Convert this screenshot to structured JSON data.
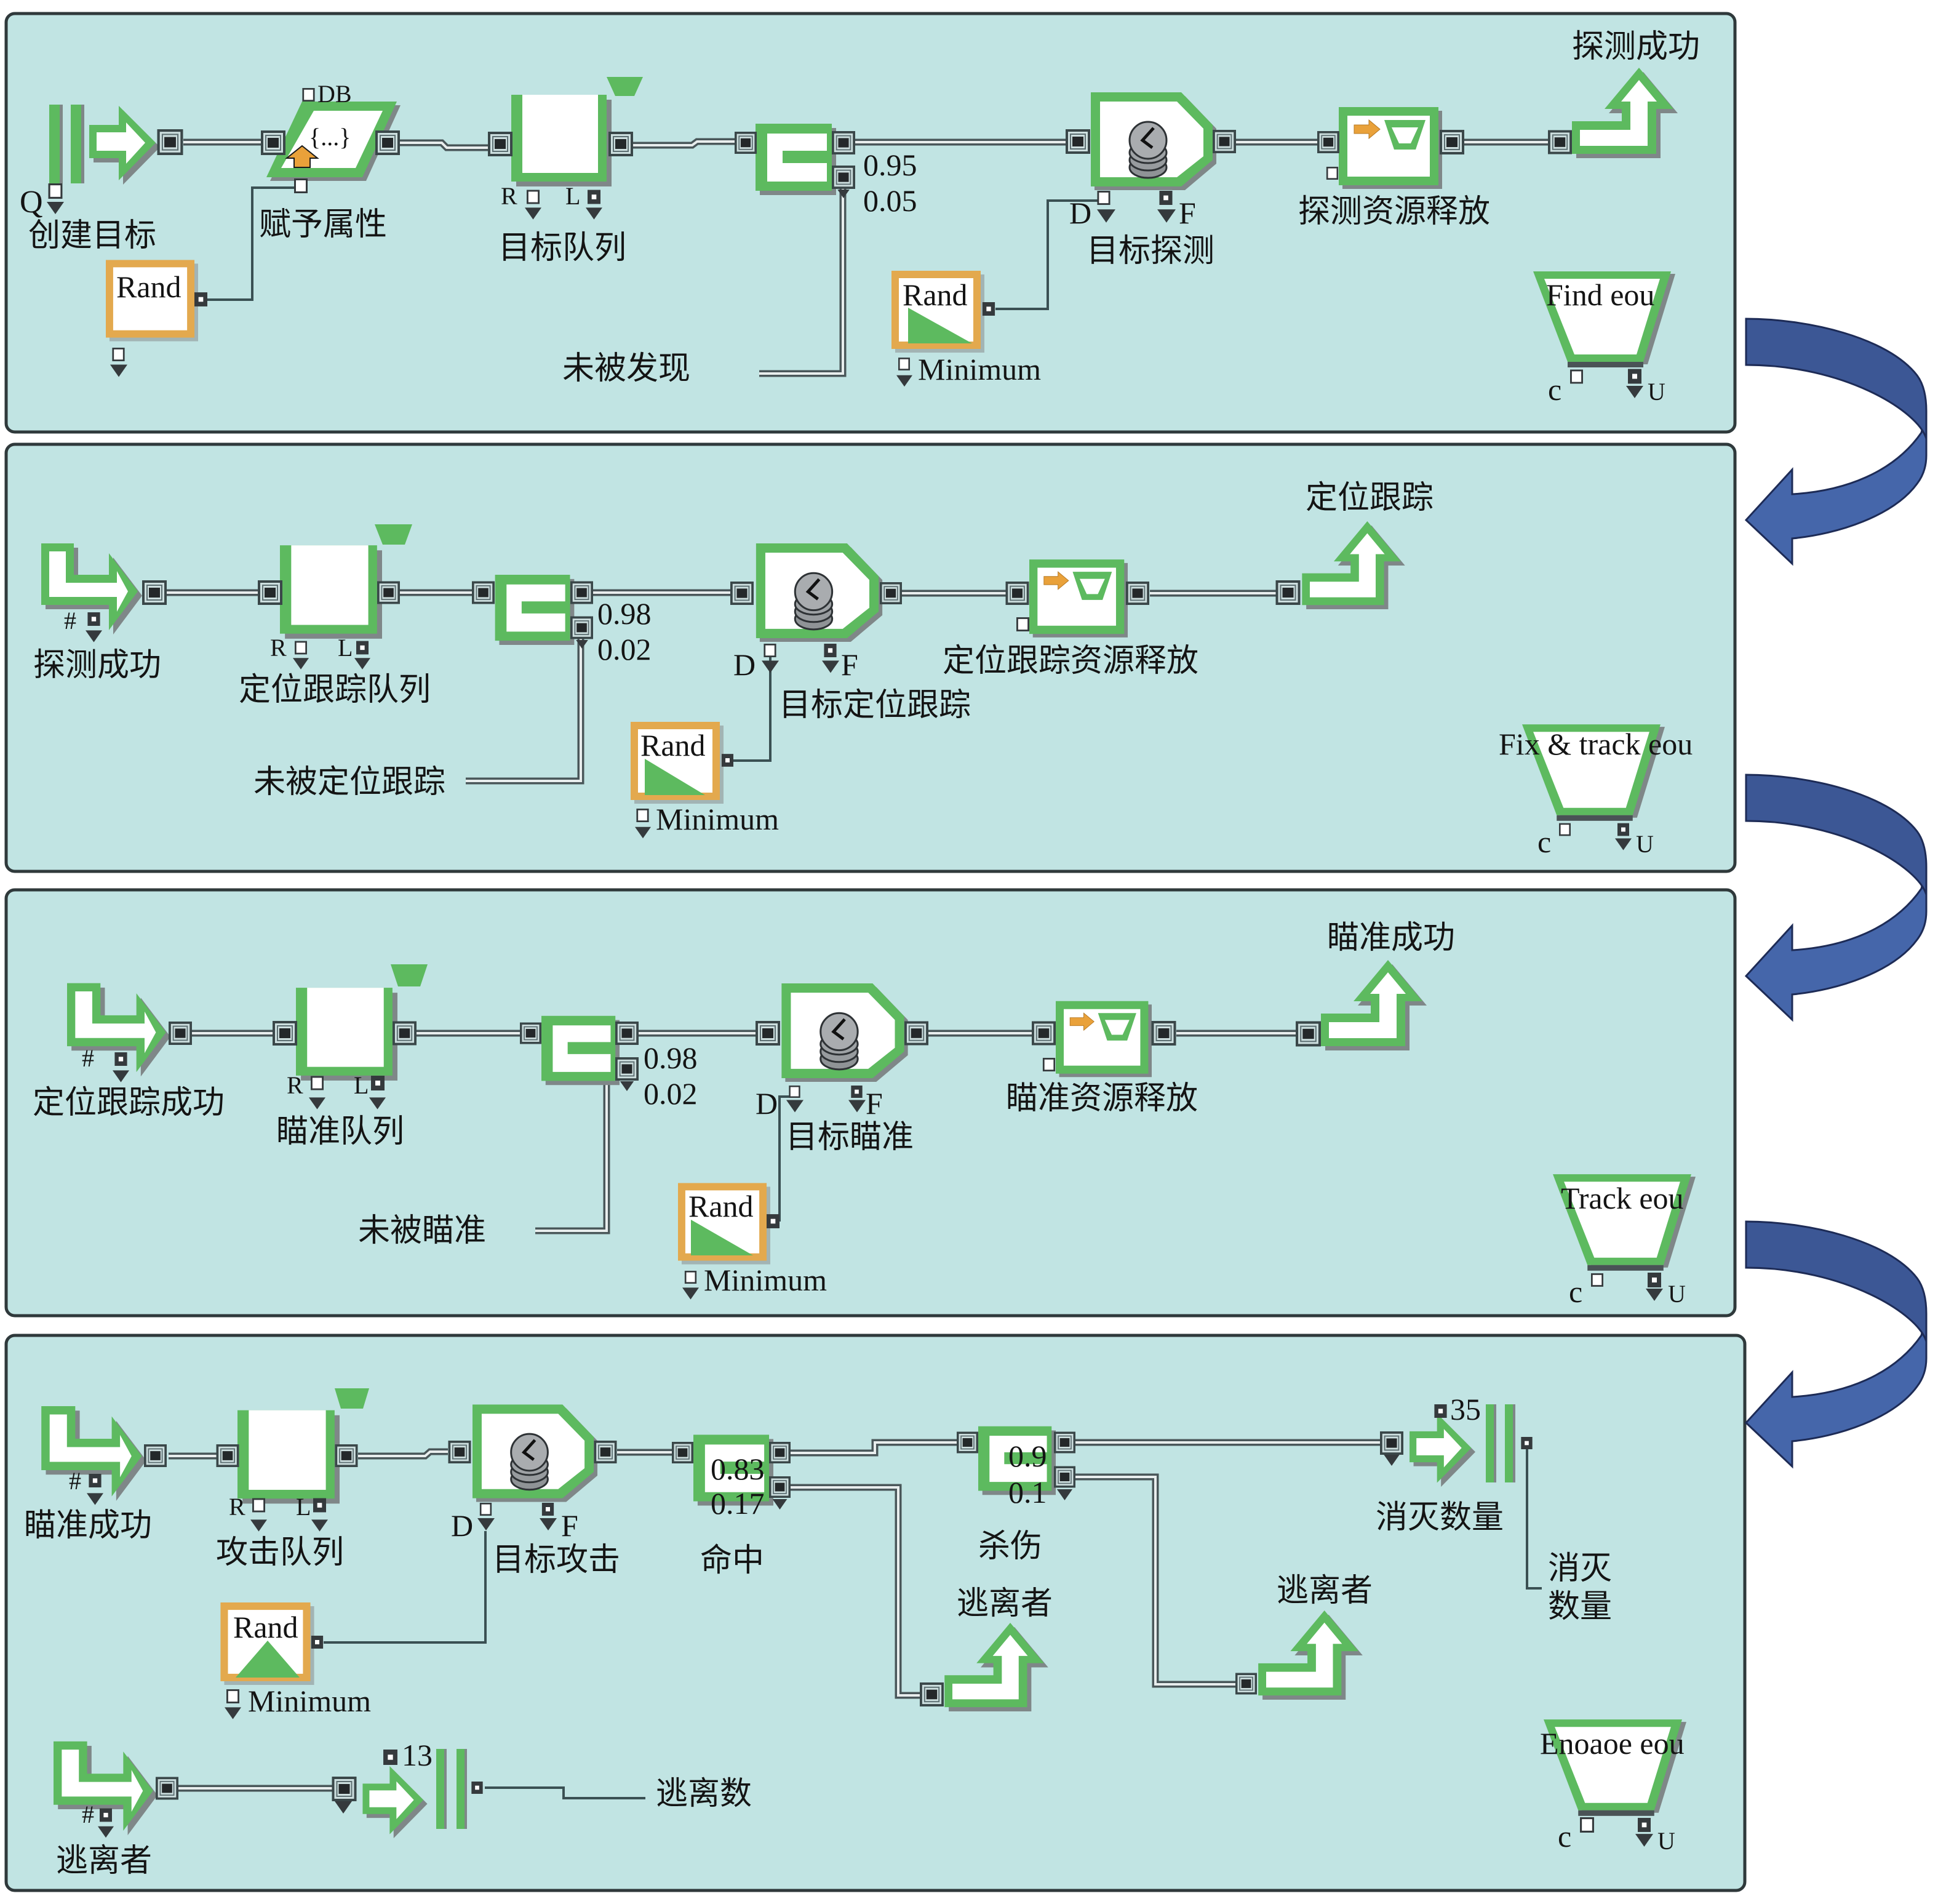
{
  "colors": {
    "panel_background": "#C1E4E3",
    "block_green": "#5DBA5F",
    "random_block_orange": "#E3A94E",
    "flow_arrow_blue": "#4566AA"
  },
  "panels": [
    {
      "create": {
        "label": "创建目标",
        "port": "Q"
      },
      "set_attribute": {
        "label": "赋予属性",
        "db_port": "DB",
        "content": "{...}"
      },
      "attribute_rand": {
        "label": "Rand"
      },
      "queue": {
        "label": "目标队列",
        "port_r": "R",
        "port_l": "L"
      },
      "select": {
        "prob_pass": "0.95",
        "prob_fail": "0.05",
        "fail_label": "未被发现"
      },
      "activity": {
        "label": "目标探测",
        "port_d": "D",
        "port_f": "F",
        "icon": "clock-icon"
      },
      "delay_rand": {
        "label": "Rand",
        "option": "Minimum",
        "distribution_icon": "right-triangle-distribution-icon"
      },
      "release": {
        "label": "探测资源释放"
      },
      "exit": {
        "label": "探测成功"
      },
      "pool": {
        "label": "Find eou",
        "port_c": "c",
        "port_u": "U"
      }
    },
    {
      "enter": {
        "label": "探测成功",
        "port": "#"
      },
      "queue": {
        "label": "定位跟踪队列",
        "port_r": "R",
        "port_l": "L"
      },
      "select": {
        "prob_pass": "0.98",
        "prob_fail": "0.02",
        "fail_label": "未被定位跟踪"
      },
      "activity": {
        "label": "目标定位跟踪",
        "port_d": "D",
        "port_f": "F",
        "icon": "clock-icon"
      },
      "delay_rand": {
        "label": "Rand",
        "option": "Minimum",
        "distribution_icon": "right-triangle-distribution-icon"
      },
      "release": {
        "label": "定位跟踪资源释放"
      },
      "exit": {
        "label": "定位跟踪"
      },
      "pool": {
        "label": "Fix & track eou",
        "port_c": "c",
        "port_u": "U"
      }
    },
    {
      "enter": {
        "label": "定位跟踪成功",
        "port": "#"
      },
      "queue": {
        "label": "瞄准队列",
        "port_r": "R",
        "port_l": "L"
      },
      "select": {
        "prob_pass": "0.98",
        "prob_fail": "0.02",
        "fail_label": "未被瞄准"
      },
      "activity": {
        "label": "目标瞄准",
        "port_d": "D",
        "port_f": "F",
        "icon": "clock-icon"
      },
      "delay_rand": {
        "label": "Rand",
        "option": "Minimum",
        "distribution_icon": "right-triangle-distribution-icon"
      },
      "release": {
        "label": "瞄准资源释放"
      },
      "exit": {
        "label": "瞄准成功"
      },
      "pool": {
        "label": "Track eou",
        "port_c": "c",
        "port_u": "U"
      }
    },
    {
      "enter": {
        "label": "瞄准成功",
        "port": "#"
      },
      "queue": {
        "label": "攻击队列",
        "port_r": "R",
        "port_l": "L"
      },
      "activity": {
        "label": "目标攻击",
        "port_d": "D",
        "port_f": "F",
        "icon": "clock-icon"
      },
      "delay_rand": {
        "label": "Rand",
        "option": "Minimum",
        "distribution_icon": "triangular-distribution-icon"
      },
      "hit_select": {
        "label": "命中",
        "prob_pass": "0.83",
        "prob_fail": "0.17"
      },
      "kill_select": {
        "label": "杀伤",
        "prob_pass": "0.9",
        "prob_fail": "0.1"
      },
      "escape_exit_miss": {
        "label": "逃离者"
      },
      "escape_exit_survive": {
        "label": "逃离者"
      },
      "kill_counter": {
        "label": "消灭数量",
        "count": "35",
        "output_label": [
          "消灭",
          "数量"
        ]
      },
      "escape_enter": {
        "label": "逃离者",
        "port": "#"
      },
      "escape_counter": {
        "count": "13",
        "output_label": "逃离数"
      },
      "pool": {
        "label": "Enoaoe eou",
        "port_c": "c",
        "port_u": "U"
      }
    }
  ]
}
